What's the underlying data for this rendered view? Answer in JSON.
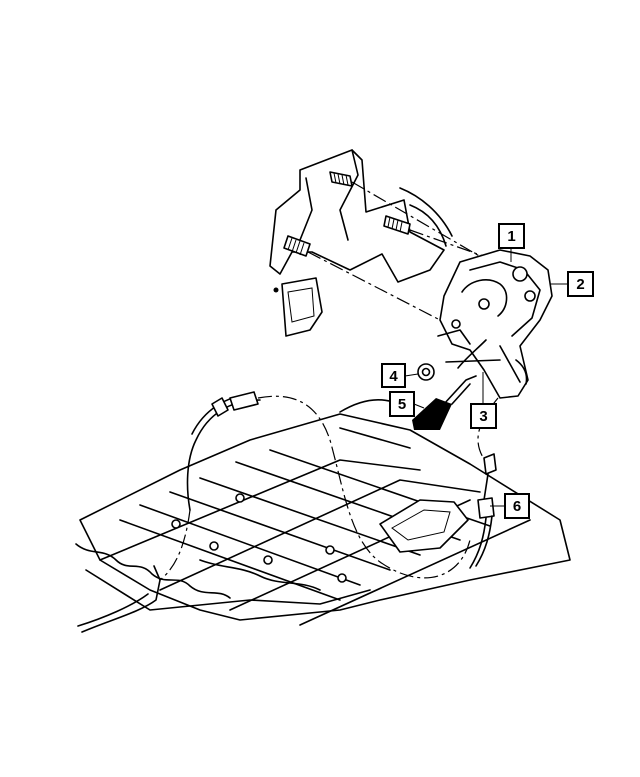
{
  "callouts": [
    {
      "id": "c1",
      "label": "1"
    },
    {
      "id": "c2",
      "label": "2"
    },
    {
      "id": "c3",
      "label": "3"
    },
    {
      "id": "c4",
      "label": "4"
    },
    {
      "id": "c5",
      "label": "5"
    },
    {
      "id": "c6",
      "label": "6"
    }
  ]
}
